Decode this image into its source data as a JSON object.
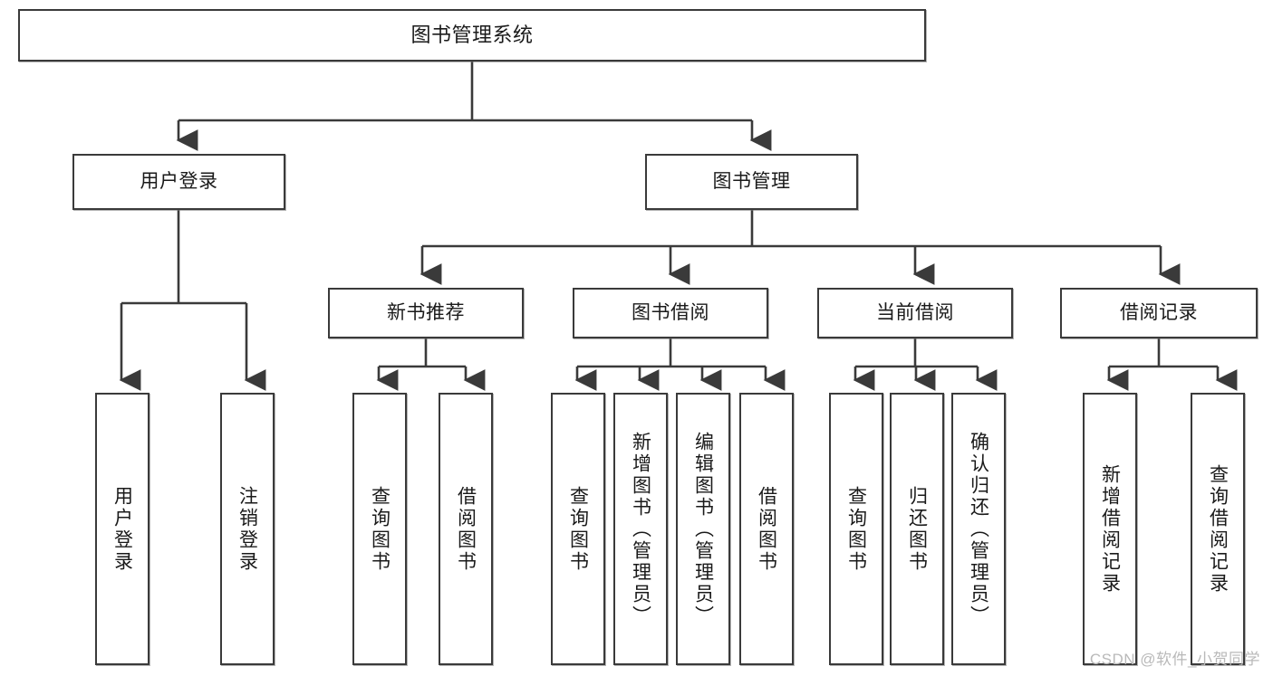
{
  "diagram": {
    "title": "图书管理系统",
    "type": "tree",
    "root": {
      "label": "图书管理系统"
    },
    "level1": [
      {
        "label": "用户登录"
      },
      {
        "label": "图书管理"
      }
    ],
    "level2": [
      {
        "label": "新书推荐"
      },
      {
        "label": "图书借阅"
      },
      {
        "label": "当前借阅"
      },
      {
        "label": "借阅记录"
      }
    ],
    "leaves": {
      "user_login": [
        {
          "label": "用户登录"
        },
        {
          "label": "注销登录"
        }
      ],
      "new_book_recommend": [
        {
          "label": "查询图书"
        },
        {
          "label": "借阅图书"
        }
      ],
      "book_borrow": [
        {
          "label": "查询图书"
        },
        {
          "label": "新增图书（管理员）"
        },
        {
          "label": "编辑图书（管理员）"
        },
        {
          "label": "借阅图书"
        }
      ],
      "current_borrow": [
        {
          "label": "查询图书"
        },
        {
          "label": "归还图书"
        },
        {
          "label": "确认归还（管理员）"
        }
      ],
      "borrow_record": [
        {
          "label": "新增借阅记录"
        },
        {
          "label": "查询借阅记录"
        }
      ]
    }
  },
  "watermark": {
    "text": "CSDN @软件_小贺同学"
  },
  "colors": {
    "stroke": "#3a3a3a",
    "background": "#ffffff",
    "text": "#1a1a1a",
    "watermark": "#b9b9b9"
  }
}
